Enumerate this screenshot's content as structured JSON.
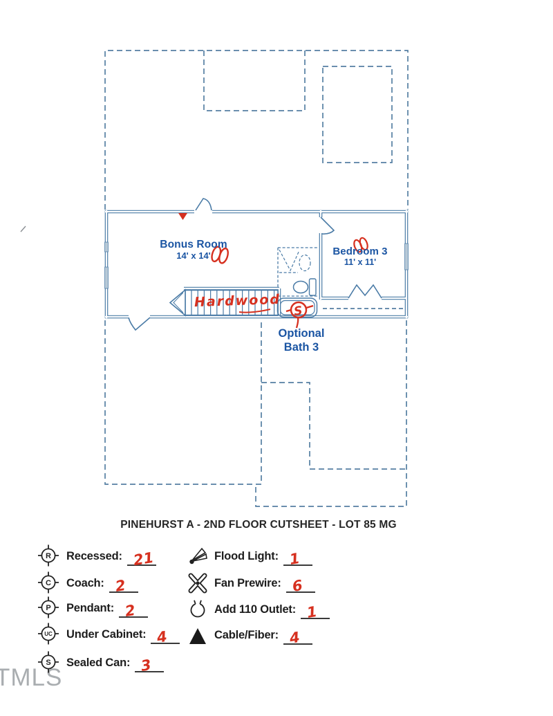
{
  "document": {
    "title": "PINEHURST A - 2ND FLOOR CUTSHEET - LOT 85 MG",
    "watermark": "TMLS"
  },
  "floor_plan": {
    "rooms": {
      "bonus_room": {
        "name": "Bonus Room",
        "dimensions": "14' x 14'"
      },
      "bedroom_3": {
        "name": "Bedroom 3",
        "dimensions": "11' x 11'"
      },
      "optional_bath": {
        "name_line1": "Optional",
        "name_line2": "Bath 3"
      }
    },
    "annotations": {
      "hardwood_note": "Hardwood",
      "bath_symbol_letter": "S"
    }
  },
  "legend": {
    "left_column": [
      {
        "symbol": "recessed-light",
        "letter": "R",
        "label": "Recessed:",
        "count": "21"
      },
      {
        "symbol": "coach-light",
        "letter": "C",
        "label": "Coach:",
        "count": "2"
      },
      {
        "symbol": "pendant-light",
        "letter": "P",
        "label": "Pendant:",
        "count": "2"
      },
      {
        "symbol": "under-cabinet-light",
        "letter": "UC",
        "label": "Under Cabinet:",
        "count": "4"
      },
      {
        "symbol": "sealed-can-light",
        "letter": "S",
        "label": "Sealed Can:",
        "count": "3"
      }
    ],
    "right_column": [
      {
        "symbol": "flood-light",
        "label": "Flood Light:",
        "count": "1"
      },
      {
        "symbol": "fan-prewire",
        "label": "Fan Prewire:",
        "count": "6"
      },
      {
        "symbol": "add-110-outlet",
        "label": "Add 110 Outlet:",
        "count": "1"
      },
      {
        "symbol": "cable-fiber",
        "label": "Cable/Fiber:",
        "count": "4"
      }
    ]
  },
  "colors": {
    "plan_line_blue": "#4a7ba6",
    "dashed_line_blue": "#557fa2",
    "label_text_blue": "#1b55a3",
    "annotation_red": "#d6301f",
    "legend_text": "#1d1d1d",
    "window_fill": "#b7c9d7",
    "watermark_gray": "#8d9296"
  }
}
